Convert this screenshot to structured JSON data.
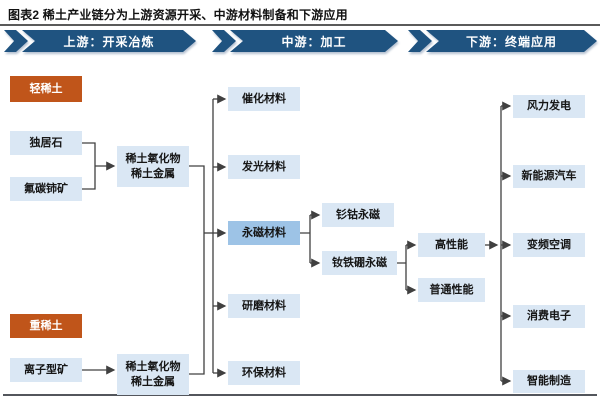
{
  "title": "图表2 稀土产业链分为上游资源开采、中游材料制备和下游应用",
  "banners": [
    {
      "label": "上游：开采冶炼"
    },
    {
      "label": "中游：加工"
    },
    {
      "label": "下游：终端应用"
    }
  ],
  "upstream": {
    "light_label": "轻稀土",
    "heavy_label": "重稀土",
    "light_ores": [
      {
        "label": "独居石"
      },
      {
        "label": "氟碳铈矿"
      }
    ],
    "heavy_ore": {
      "label": "离子型矿"
    },
    "light_product": {
      "label": "稀土氧化物\n稀土金属"
    },
    "heavy_product": {
      "label": "稀土氧化物\n稀土金属"
    }
  },
  "midstream": {
    "materials": [
      {
        "label": "催化材料"
      },
      {
        "label": "发光材料"
      },
      {
        "label": "永磁材料",
        "highlighted": true
      },
      {
        "label": "研磨材料"
      },
      {
        "label": "环保材料"
      }
    ],
    "magnet_types": [
      {
        "label": "钐钴永磁"
      },
      {
        "label": "钕铁硼永磁"
      }
    ],
    "performance_grades": [
      {
        "label": "高性能"
      },
      {
        "label": "普通性能"
      }
    ]
  },
  "downstream": {
    "applications": [
      {
        "label": "风力发电"
      },
      {
        "label": "新能源汽车"
      },
      {
        "label": "变频空调"
      },
      {
        "label": "消费电子"
      },
      {
        "label": "智能制造"
      }
    ]
  },
  "colors": {
    "banner_blue": "#1F5380",
    "box_blue": "#DAE7F4",
    "box_blue_highlight": "#9DC3E6",
    "tag_orange": "#C0551A",
    "line_gray": "#404040",
    "title_rule": "#5A5A5A",
    "bottom_rule": "#53565C"
  }
}
